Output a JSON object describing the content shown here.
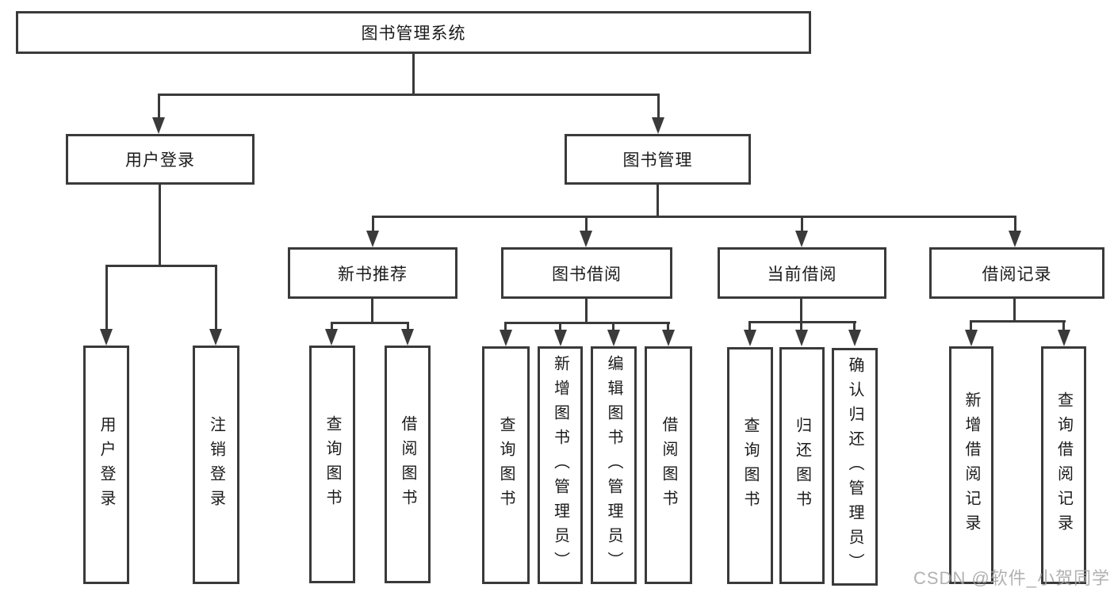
{
  "diagram_type": "hierarchy-tree",
  "root": {
    "label": "图书管理系统"
  },
  "branches": [
    {
      "label": "用户登录",
      "children": [
        {
          "label": "用户登录"
        },
        {
          "label": "注销登录"
        }
      ]
    },
    {
      "label": "图书管理",
      "children": [
        {
          "label": "新书推荐",
          "children": [
            {
              "label": "查询图书"
            },
            {
              "label": "借阅图书"
            }
          ]
        },
        {
          "label": "图书借阅",
          "children": [
            {
              "label": "查询图书"
            },
            {
              "label": "新增图书（管理员）"
            },
            {
              "label": "编辑图书（管理员）"
            },
            {
              "label": "借阅图书"
            }
          ]
        },
        {
          "label": "当前借阅",
          "children": [
            {
              "label": "查询图书"
            },
            {
              "label": "归还图书"
            },
            {
              "label": "确认归还（管理员）"
            }
          ]
        },
        {
          "label": "借阅记录",
          "children": [
            {
              "label": "新增借阅记录"
            },
            {
              "label": "查询借阅记录"
            }
          ]
        }
      ]
    }
  ],
  "watermark": "CSDN @软件_小贺同学",
  "colors": {
    "line": "#3a3a3a",
    "text": "#1b1b1b",
    "watermark": "#a3a3a3",
    "background": "#ffffff"
  }
}
